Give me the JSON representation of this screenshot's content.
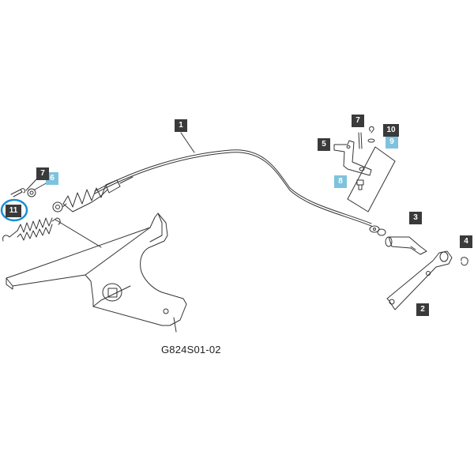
{
  "diagram": {
    "drawing_code": "G824S01-02",
    "callouts": [
      {
        "id": "c1",
        "label": "1",
        "style": "dark"
      },
      {
        "id": "c2",
        "label": "2",
        "style": "dark"
      },
      {
        "id": "c3",
        "label": "3",
        "style": "dark"
      },
      {
        "id": "c4",
        "label": "4",
        "style": "dark"
      },
      {
        "id": "c5",
        "label": "5",
        "style": "dark"
      },
      {
        "id": "c6",
        "label": "6",
        "style": "blue"
      },
      {
        "id": "c7a",
        "label": "7",
        "style": "dark"
      },
      {
        "id": "c7b",
        "label": "7",
        "style": "dark"
      },
      {
        "id": "c8",
        "label": "8",
        "style": "blue"
      },
      {
        "id": "c9",
        "label": "9",
        "style": "blue"
      },
      {
        "id": "c10",
        "label": "10",
        "style": "dark"
      },
      {
        "id": "c11",
        "label": "11",
        "style": "dark"
      }
    ],
    "colors": {
      "line": "#333333",
      "callout_dark": "#3a3a3a",
      "callout_blue": "#7ec3dd",
      "highlight_ring": "#1a8fd0"
    },
    "highlighted_part": "11"
  }
}
